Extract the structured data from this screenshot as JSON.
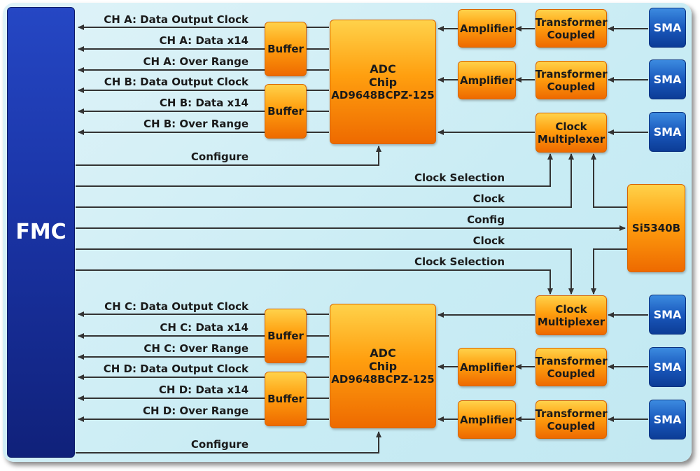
{
  "fmc": {
    "label": "FMC"
  },
  "si5340": {
    "label": "Si5340B"
  },
  "top": {
    "adc": {
      "line1": "ADC",
      "line2": "Chip",
      "line3": "AD9648BCPZ-125"
    },
    "buffer_a": "Buffer",
    "buffer_b": "Buffer",
    "amp1": "Amplifier",
    "amp2": "Amplifier",
    "xfmr1": {
      "line1": "Transformer",
      "line2": "Coupled"
    },
    "xfmr2": {
      "line1": "Transformer",
      "line2": "Coupled"
    },
    "clkmux": {
      "line1": "Clock",
      "line2": "Multiplexer"
    },
    "sma1": "SMA",
    "sma2": "SMA",
    "sma3": "SMA",
    "sig_a1": "CH A: Data Output Clock",
    "sig_a2": "CH A: Data x14",
    "sig_a3": "CH A: Over Range",
    "sig_b1": "CH B: Data Output Clock",
    "sig_b2": "CH B: Data x14",
    "sig_b3": "CH B: Over Range",
    "configure": "Configure"
  },
  "middle": {
    "clock_sel_1": "Clock Selection",
    "clock_1": "Clock",
    "config": "Config",
    "clock_2": "Clock",
    "clock_sel_2": "Clock Selection"
  },
  "bottom": {
    "adc": {
      "line1": "ADC",
      "line2": "Chip",
      "line3": "AD9648BCPZ-125"
    },
    "buffer_c": "Buffer",
    "buffer_d": "Buffer",
    "amp1": "Amplifier",
    "amp2": "Amplifier",
    "xfmr1": {
      "line1": "Transformer",
      "line2": "Coupled"
    },
    "xfmr2": {
      "line1": "Transformer",
      "line2": "Coupled"
    },
    "clkmux": {
      "line1": "Clock",
      "line2": "Multiplexer"
    },
    "sma1": "SMA",
    "sma2": "SMA",
    "sma3": "SMA",
    "sig_c1": "CH C: Data Output Clock",
    "sig_c2": "CH C: Data x14",
    "sig_c3": "CH C: Over Range",
    "sig_d1": "CH D: Data Output Clock",
    "sig_d2": "CH D: Data x14",
    "sig_d3": "CH D: Over Range",
    "configure": "Configure"
  }
}
